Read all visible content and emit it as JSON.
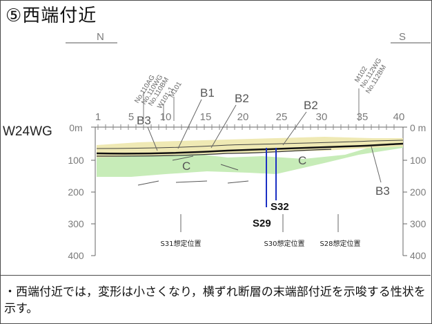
{
  "title": "⑤西端付近",
  "direction": {
    "left": "N",
    "right": "S"
  },
  "section_label": "W24WG",
  "distance_ticks": [
    "1",
    "5",
    "10",
    "15",
    "20",
    "25",
    "30",
    "35",
    "40"
  ],
  "depth_ticks_left": [
    "0m",
    "100",
    "200",
    "300",
    "400"
  ],
  "depth_ticks_right": [
    "0 m",
    "100",
    "200",
    "300",
    "400"
  ],
  "boreholes": {
    "group_left_1": [
      "No.110AG",
      "No.110WG",
      "No.110BM"
    ],
    "group_left_2": [
      "M101",
      "W101-1"
    ],
    "group_right": [
      "M102",
      "No.112WG",
      "No.112BM"
    ]
  },
  "layer_labels": {
    "b1": "B1",
    "b2_left": "B2",
    "b2_right": "B2",
    "b3_left": "B3",
    "b3_right": "B3",
    "c_left": "C",
    "c_right": "C"
  },
  "faults": {
    "s32": "S32",
    "s29": "S29"
  },
  "assumed_positions": [
    "S31想定位置",
    "S30想定位置",
    "S28想定位置"
  ],
  "note": "・西端付近では，変形は小さくなり，横ずれ断層の末端部付近を示唆する性状を示す。",
  "colors": {
    "yellow_layer": "#efe9b4",
    "green_layer": "#c7ecb8",
    "fault_line": "#1a2fc4"
  }
}
